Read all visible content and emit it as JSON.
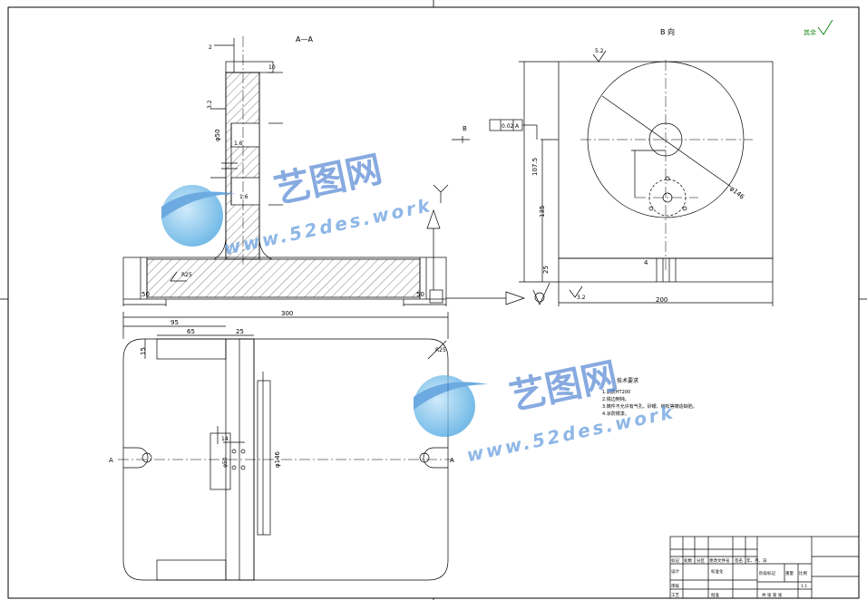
{
  "views": {
    "section_label": "A—A",
    "view_b_label": "B 向",
    "b_arrow_label": "B",
    "a_label": "A"
  },
  "dims": {
    "d300": "300",
    "d95": "95",
    "d65": "65",
    "d25": "25",
    "d15": "15",
    "d50_left": "50",
    "d50_right": "50",
    "d50_vert": "φ50",
    "d200": "200",
    "d25_b": "25",
    "d107": "107.5",
    "d135": "135",
    "d4": "4",
    "d146": "φ146",
    "r25": "R25",
    "d16a": "1.6",
    "d16b": "1.6",
    "d32": "3.2",
    "d32b": "3.2",
    "d52": "5.2",
    "tol": "0.02",
    "tol_a": "A",
    "d2": "2",
    "d10": "10",
    "d14": "14"
  },
  "title_block": {
    "c1": "标记",
    "c2": "处数",
    "c3": "分区",
    "c4": "更改文件号",
    "c5": "签名",
    "c6": "年、月、日",
    "design": "设计",
    "std": "标准化",
    "check": "审核",
    "craft": "工艺",
    "approve": "批准",
    "stage": "阶段标记",
    "weight": "重量",
    "scale": "比例",
    "scale_val": "1:1",
    "sheet": "共 张 第 张"
  },
  "tech_notes": {
    "title": "技术要求",
    "n1": "1.调质HT200",
    "n2": "2.锐边倒钝。",
    "n3": "3.铸件不允许有气孔、砂眼、缩松等铸造缺陷。",
    "n4": "4.涂防锈漆。"
  },
  "surface_mark": "其余",
  "watermark": {
    "cn": "艺图网",
    "url": "www.52des.work"
  }
}
